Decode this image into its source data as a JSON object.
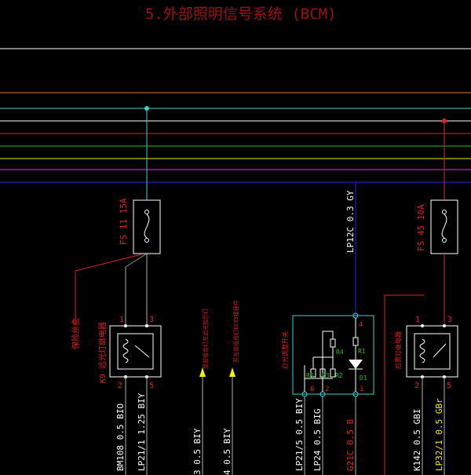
{
  "title": "5.外部照明信号系统 (BCM)",
  "colors": {
    "background": "#000000",
    "title": "#a01010",
    "white": "#ffffff",
    "red": "#e02020",
    "cyan": "#40d0d0",
    "blue": "#2020ff",
    "green": "#20c020",
    "yellow": "#f0f000",
    "orange": "#e08020",
    "magenta": "#d040d0",
    "grayWire": "#b0b0b0",
    "olive": "#a0a040"
  },
  "fuses": [
    {
      "label": "FS  11  15A"
    },
    {
      "label": "FS  45  10A"
    }
  ],
  "wires": [
    {
      "label": "LP12C  0.3  GY"
    },
    {
      "label": "BM108  0.5  BIO"
    },
    {
      "label": "LP21/1  1.25  BIY"
    },
    {
      "label": "3  0.5  BIY"
    },
    {
      "label": "4  0.5  BIY"
    },
    {
      "label": "LP21/5  0.5  BIY"
    },
    {
      "label": "LP24  0.5  BIG"
    },
    {
      "label": "G21C  0.5  B"
    },
    {
      "label": "K142  0.5  GBI"
    },
    {
      "label": "LP32/1  0.5  GBr"
    }
  ],
  "relays": [
    {
      "name": "K9  远光灯继电器",
      "pin_top_left": "1",
      "pin_top_right": "3",
      "pin_bottom_left": "2",
      "pin_bottom_right": "5"
    },
    {
      "name": "后雾灯继电器",
      "pin_top_left": "1",
      "pin_top_right": "3",
      "pin_bottom_left": "2",
      "pin_bottom_right": "5"
    }
  ],
  "labels": {
    "fuse_box_label": "保险丝盒",
    "arrow1": "至前组合灯左远光指示灯",
    "arrow2": "至右前组合灯EC35接插件",
    "switch_name": "灯光调整开关"
  },
  "switch_module": {
    "components": [
      "R4",
      "R1",
      "R5",
      "R3",
      "R2",
      "D1"
    ],
    "pins": [
      "4",
      "6",
      "2",
      "1"
    ]
  }
}
